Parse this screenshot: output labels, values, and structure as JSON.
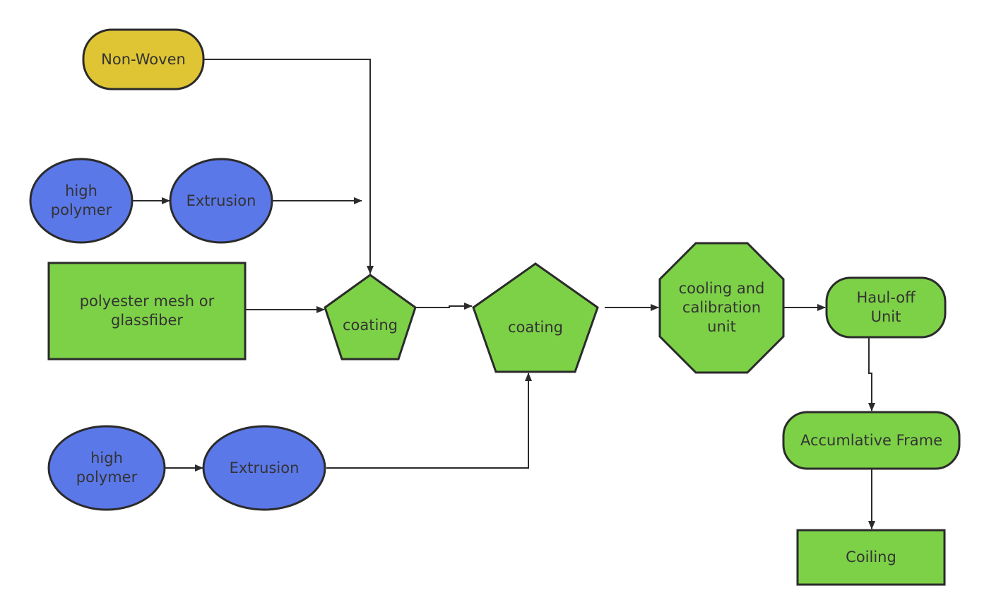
{
  "colors": {
    "yellow": "#dfc534",
    "blue": "#5b78e9",
    "green": "#7dd147",
    "stroke": "#2b2b2b",
    "text": "#333333"
  },
  "nodes": {
    "nonwoven": "Non-Woven",
    "polymer_top": "high\npolymer",
    "extrusion_top": "Extrusion",
    "mesh": "polyester mesh or\nglassfiber",
    "coating_small": "coating",
    "coating_large": "coating",
    "cooling": "cooling and\ncalibration\nunit",
    "hauloff": "Haul-off\nUnit",
    "frame": "Accumlative Frame",
    "coiling": "Coiling",
    "polymer_bottom": "high\npolymer",
    "extrusion_bottom": "Extrusion"
  }
}
